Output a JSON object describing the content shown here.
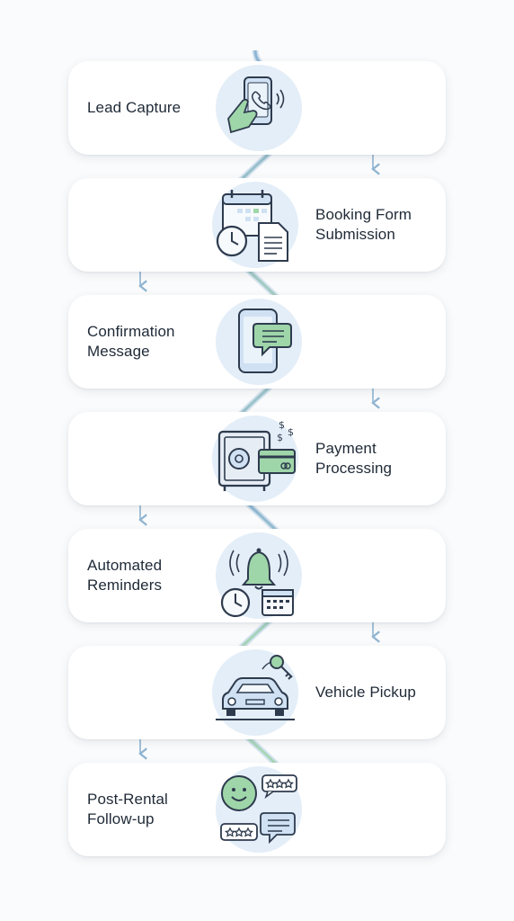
{
  "steps": [
    {
      "label": "Lead Capture",
      "icon": "phone-in-hand-icon"
    },
    {
      "label": "Booking Form\nSubmission",
      "icon": "calendar-form-clock-icon"
    },
    {
      "label": "Confirmation\nMessage",
      "icon": "phone-chat-icon"
    },
    {
      "label": "Payment\nProcessing",
      "icon": "safe-card-icon"
    },
    {
      "label": "Automated\nReminders",
      "icon": "bell-clock-calendar-icon"
    },
    {
      "label": "Vehicle Pickup",
      "icon": "car-key-icon"
    },
    {
      "label": "Post-Rental\nFollow-up",
      "icon": "smiley-review-icon"
    }
  ],
  "colors": {
    "ribbon_blue": "#8fb6d6",
    "ribbon_green": "#a9d6b9",
    "arrow": "#8fb4d1",
    "icon_stroke": "#2e3b4e",
    "icon_blue": "#cfe1f2",
    "icon_green": "#9fd6a9",
    "icon_bg": "#e4eef8"
  }
}
